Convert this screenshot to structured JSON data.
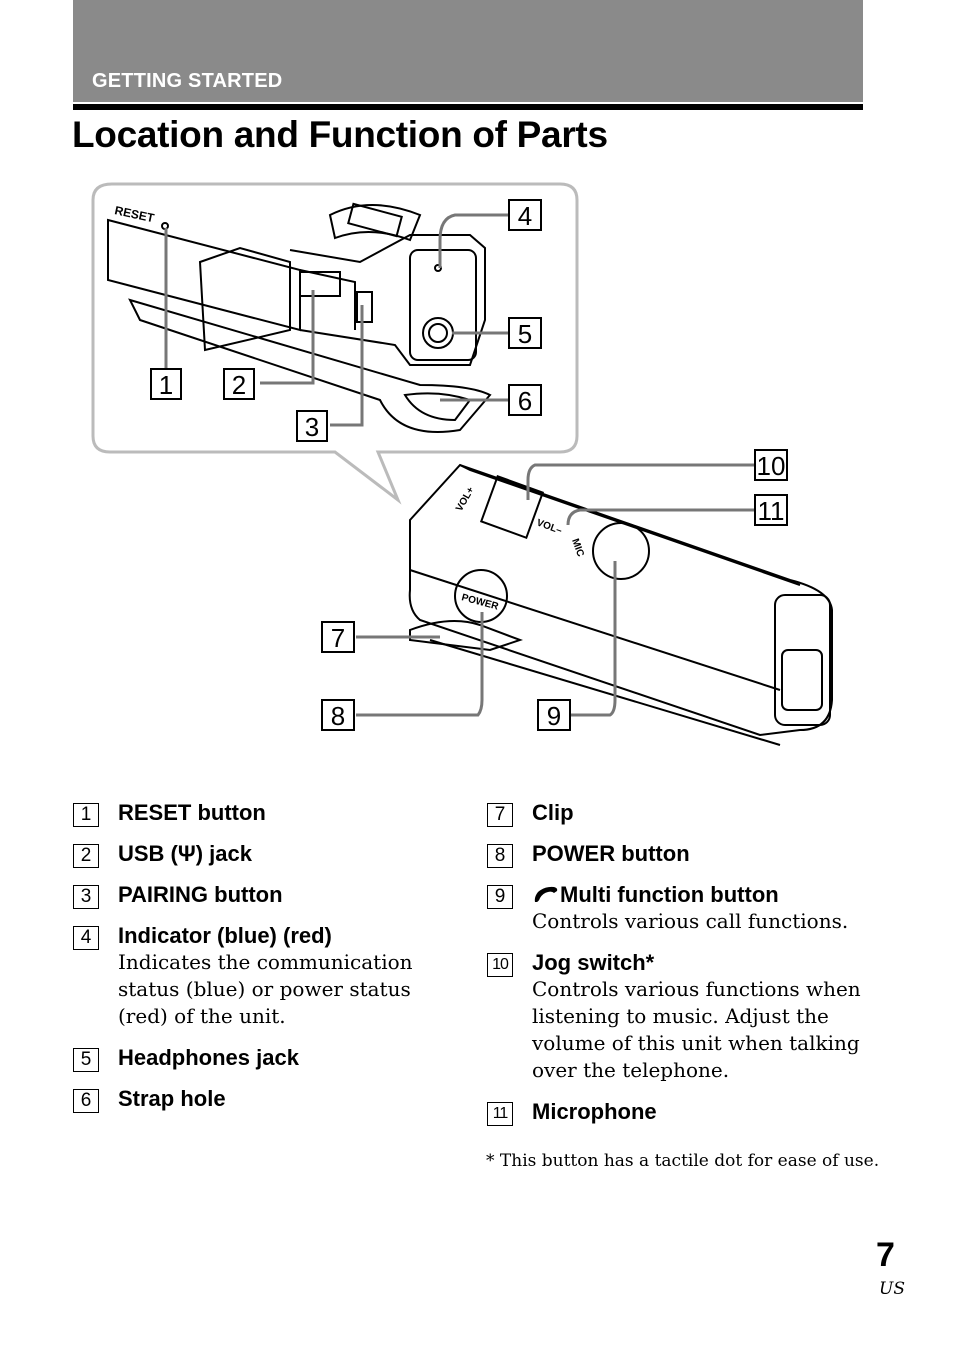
{
  "header": {
    "section": "GETTING STARTED"
  },
  "title": "Location and Function of Parts",
  "figure": {
    "labels": {
      "reset": "RESET",
      "power": "POWER",
      "vol_plus": "VOL+",
      "vol_minus": "VOL–",
      "mic": "MIC"
    },
    "callouts": [
      "1",
      "2",
      "3",
      "4",
      "5",
      "6",
      "7",
      "8",
      "9",
      "10",
      "11"
    ]
  },
  "parts_left": [
    {
      "num": "1",
      "name": "RESET button",
      "desc": ""
    },
    {
      "num": "2",
      "name": "USB (Ψ) jack",
      "desc": ""
    },
    {
      "num": "3",
      "name": "PAIRING button",
      "desc": ""
    },
    {
      "num": "4",
      "name": "Indicator (blue) (red)",
      "desc": "Indicates the communication status (blue) or power status (red) of the unit."
    },
    {
      "num": "5",
      "name": "Headphones jack",
      "desc": ""
    },
    {
      "num": "6",
      "name": "Strap hole",
      "desc": ""
    }
  ],
  "parts_right": [
    {
      "num": "7",
      "name": "Clip",
      "desc": ""
    },
    {
      "num": "8",
      "name": "POWER button",
      "desc": ""
    },
    {
      "num": "9",
      "name": "Multi function button",
      "desc": "Controls various call functions."
    },
    {
      "num": "10",
      "name": "Jog switch*",
      "desc": "Controls various functions when listening to music. Adjust the volume of this unit when talking over the telephone."
    },
    {
      "num": "11",
      "name": "Microphone",
      "desc": ""
    }
  ],
  "footnote": "* This button has a tactile dot for ease of use.",
  "page": {
    "number": "7",
    "region": "US"
  }
}
